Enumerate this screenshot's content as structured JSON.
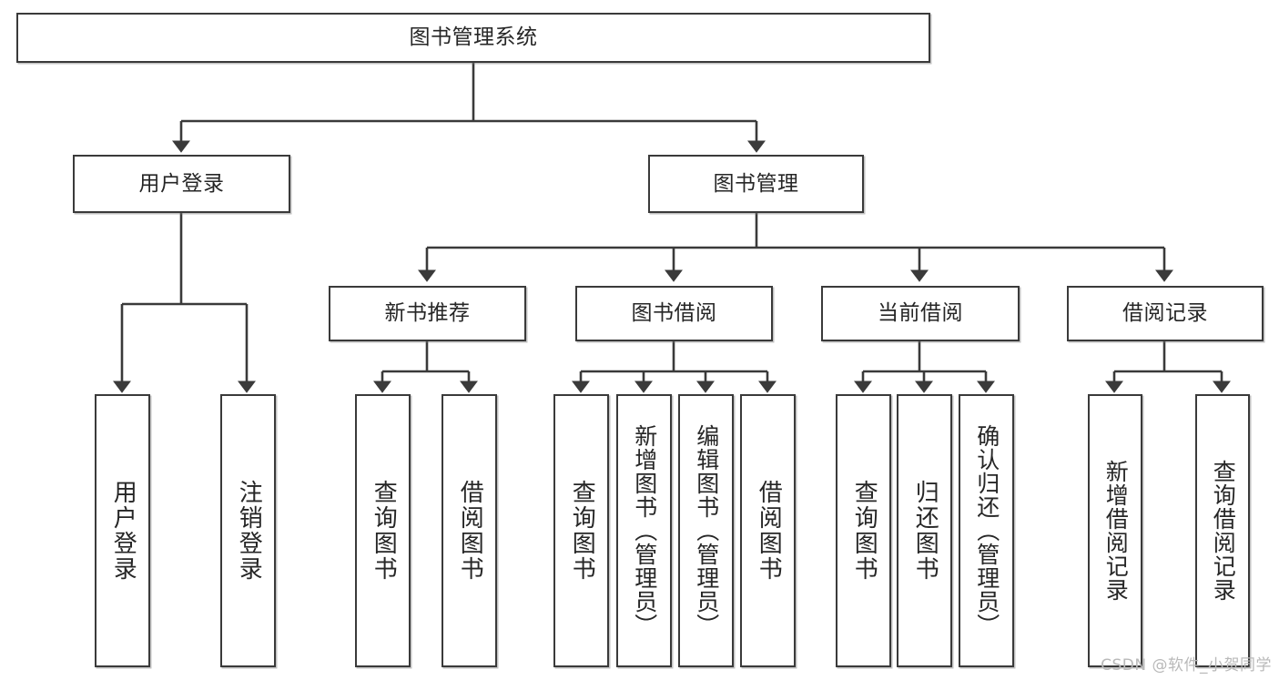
{
  "diagram": {
    "title": "图书管理系统",
    "type": "hierarchy-tree",
    "line_color": "#3a3a3a",
    "box_fill": "#ffffff",
    "text_color": "#262626",
    "watermark": "CSDN @软件_小贺同学",
    "levels": {
      "root": {
        "label": "图书管理系统"
      },
      "level2": [
        {
          "label": "用户登录"
        },
        {
          "label": "图书管理"
        }
      ],
      "level3": [
        {
          "label": "新书推荐"
        },
        {
          "label": "图书借阅"
        },
        {
          "label": "当前借阅"
        },
        {
          "label": "借阅记录"
        }
      ],
      "leaves": [
        {
          "label": "用户登录",
          "parent": "用户登录"
        },
        {
          "label": "注销登录",
          "parent": "用户登录"
        },
        {
          "label": "查询图书",
          "parent": "新书推荐"
        },
        {
          "label": "借阅图书",
          "parent": "新书推荐"
        },
        {
          "label": "查询图书",
          "parent": "图书借阅"
        },
        {
          "label": "新增图书（管理员）",
          "parent": "图书借阅"
        },
        {
          "label": "编辑图书（管理员）",
          "parent": "图书借阅"
        },
        {
          "label": "借阅图书",
          "parent": "图书借阅"
        },
        {
          "label": "查询图书",
          "parent": "当前借阅"
        },
        {
          "label": "归还图书",
          "parent": "当前借阅"
        },
        {
          "label": "确认归还（管理员）",
          "parent": "当前借阅"
        },
        {
          "label": "新增借阅记录",
          "parent": "借阅记录"
        },
        {
          "label": "查询借阅记录",
          "parent": "借阅记录"
        }
      ]
    }
  }
}
